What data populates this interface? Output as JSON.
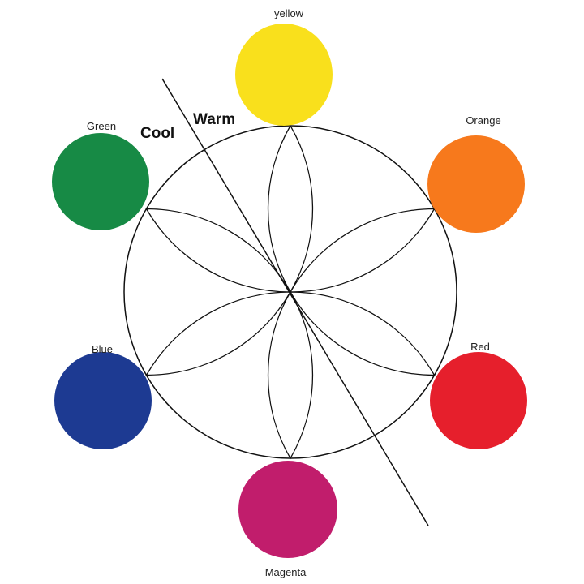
{
  "swatches": [
    {
      "id": "yellow",
      "label": "yellow",
      "color": "#f9e01c"
    },
    {
      "id": "orange",
      "label": "Orange",
      "color": "#f7791c"
    },
    {
      "id": "red",
      "label": "Red",
      "color": "#e61f2c"
    },
    {
      "id": "magenta",
      "label": "Magenta",
      "color": "#c11d6c"
    },
    {
      "id": "blue",
      "label": "Blue",
      "color": "#1d3a92"
    },
    {
      "id": "green",
      "label": "Green",
      "color": "#178a45"
    }
  ],
  "divider": {
    "cool_label": "Cool",
    "warm_label": "Warm"
  }
}
